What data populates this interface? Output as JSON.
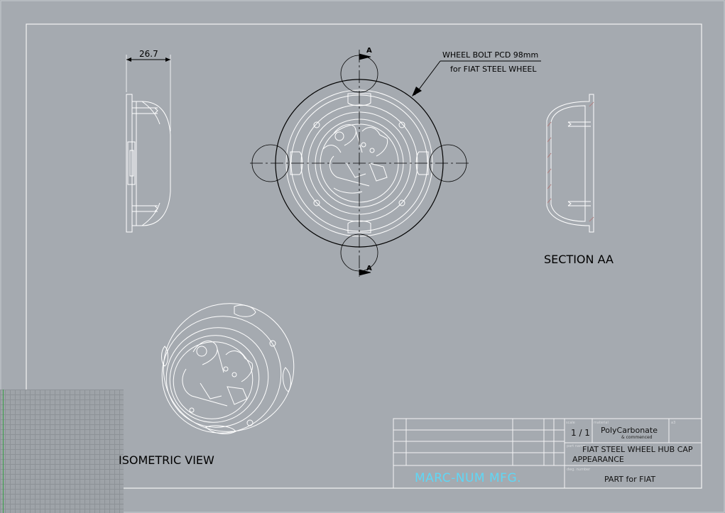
{
  "drawing": {
    "dimension_width": "26.7",
    "note_line1": "WHEEL BOLT PCD 98mm",
    "note_line2": "for FIAT STEEL WHEEL",
    "section_marker": "A",
    "section_label": "SECTION AA",
    "isometric_label": "ISOMETRIC VIEW"
  },
  "title_block": {
    "scale": "1 / 1",
    "material": "PolyCarbonate",
    "material_note": "& commenced",
    "title_line1": "FIAT STEEL WHEEL HUB CAP",
    "title_line2": "APPEARANCE",
    "company": "MARC-NUM   MFG.",
    "part_of": "PART for FIAT",
    "field_scale": "scale",
    "field_material": "material",
    "field_rev": "a3",
    "field_part_name": "part name",
    "field_part_number": "dwg. number"
  },
  "colors": {
    "background": "#a5aab0",
    "linework": "#ffffff",
    "company_text": "#5fd7f5",
    "section_hatch": "#b08080"
  }
}
